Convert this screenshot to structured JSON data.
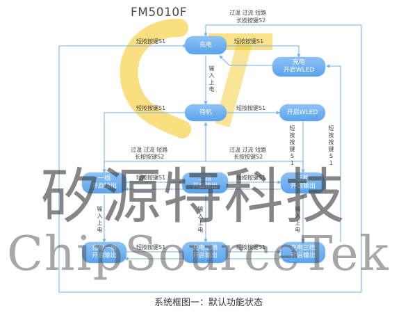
{
  "title": "FM5010F",
  "caption": "系统框图一：默认功能状态",
  "watermark": {
    "cn": "矽源特科技",
    "en": "ChipSourceTek"
  },
  "colors": {
    "node_top": "#8ec2f5",
    "node_bottom": "#5aa3ec",
    "line": "#7ab3ea",
    "logo": "#f5c518"
  },
  "nodes": {
    "charge": [
      "充电"
    ],
    "charge_wled": [
      "充电",
      "开启WLED"
    ],
    "standby": [
      "待机"
    ],
    "wled_on": [
      "开启WLED"
    ],
    "out1": [
      "一档",
      "开启输出"
    ],
    "out2": [
      "二档",
      "开启输出"
    ],
    "out3": [
      "三档",
      "开启输出"
    ],
    "charge_out1": [
      "充电一档",
      "开启输出"
    ],
    "charge_out2": [
      "充电二档",
      "开启输出"
    ],
    "charge_out3": [
      "充电三档",
      "开启输出"
    ]
  },
  "labels": {
    "top_right_1": "过温 过流 短路",
    "top_right_2": "长按按键S2",
    "s1_charge_left": "短按按键S1",
    "s1_charge_right": "短按按键S1",
    "input_power_center": "输入上电",
    "s1_standby_left": "短按按键S1",
    "s1_standby_right": "短按按键S1",
    "s1_vertical_mid": "短按按键S1",
    "s1_vertical_right": "短按按键S1",
    "fault_left_1": "过温 过流 短路",
    "fault_left_2": "长按按键S2",
    "fault_right_1": "过温 过流 短路",
    "fault_right_2": "长按按键S2",
    "s1_row_out_left": "短按按键S1",
    "s1_row_out_right": "短按按键S1",
    "input_power_left": "输入上电",
    "input_power_mid": "输入上电",
    "input_power_right": "输入上电",
    "s1_row_charge_left": "短按按键S1",
    "s1_row_charge_right": "短按按键S1"
  }
}
